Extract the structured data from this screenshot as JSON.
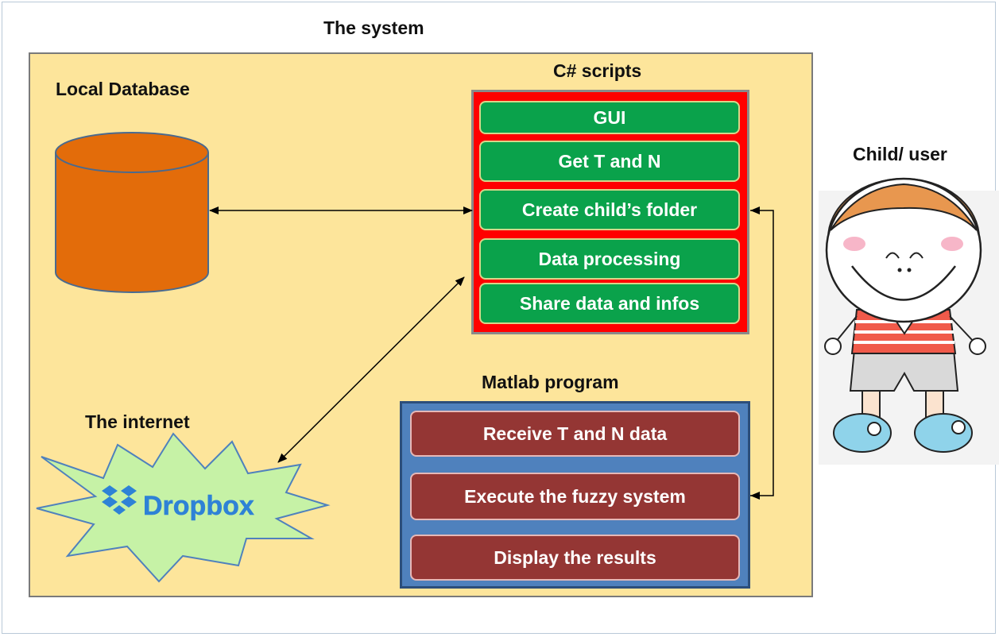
{
  "diagram": {
    "title": "The system",
    "local_database_label": "Local Database",
    "internet_label": "The internet",
    "dropbox_text": "Dropbox",
    "user_label": "Child/ user",
    "csharp": {
      "title": "C# scripts",
      "items": [
        "GUI",
        "Get T and N",
        "Create child’s folder",
        "Data processing",
        "Share data and infos"
      ]
    },
    "matlab": {
      "title": "Matlab program",
      "items": [
        "Receive T and N data",
        "Execute the fuzzy system",
        "Display the results"
      ]
    }
  },
  "colors": {
    "system_bg": "#fde59b",
    "csharp_bg": "#ff0000",
    "csharp_item": "#0aa24b",
    "matlab_bg": "#4f81bd",
    "matlab_item": "#943634",
    "database": "#e36c0a",
    "starburst": "#c6f2a6"
  }
}
